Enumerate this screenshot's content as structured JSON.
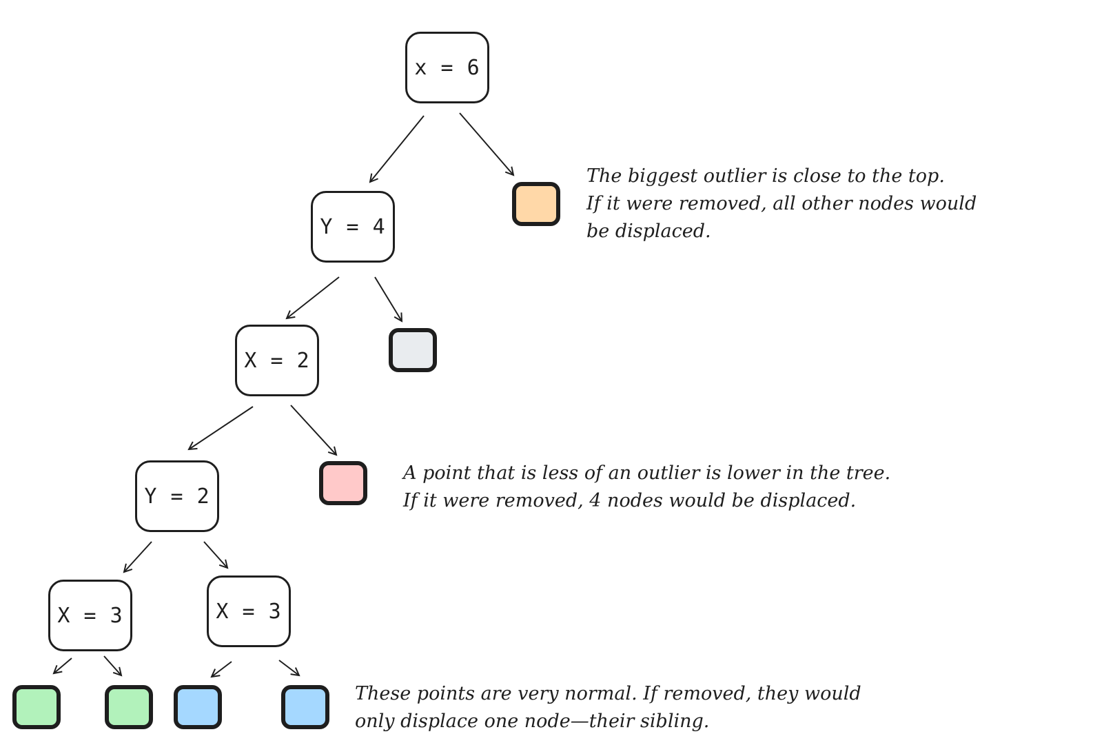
{
  "nodes": {
    "root": {
      "label": "x = 6"
    },
    "level1": {
      "label": "Y = 4"
    },
    "level2": {
      "label": "X = 2"
    },
    "level3": {
      "label": "Y = 2"
    },
    "level4_left": {
      "label": "X = 3"
    },
    "level4_right": {
      "label": "X = 3"
    }
  },
  "leaves": {
    "orange": {
      "color": "#ffd8a8"
    },
    "gray": {
      "color": "#e9ecef"
    },
    "pink": {
      "color": "#ffc9c9"
    },
    "green_1": {
      "color": "#b2f2bb"
    },
    "green_2": {
      "color": "#b2f2bb"
    },
    "blue_1": {
      "color": "#a5d8ff"
    },
    "blue_2": {
      "color": "#a5d8ff"
    }
  },
  "notes": {
    "top": {
      "lines": [
        "The biggest outlier is close to the top.",
        "If it were removed, all other nodes would",
        "be displaced."
      ]
    },
    "middle": {
      "lines": [
        "A point that is less of an outlier is lower in the tree.",
        "If it were removed, 4 nodes would be displaced."
      ]
    },
    "bottom": {
      "lines": [
        "These points are very normal. If removed, they would",
        "only displace one node—their sibling."
      ]
    }
  }
}
